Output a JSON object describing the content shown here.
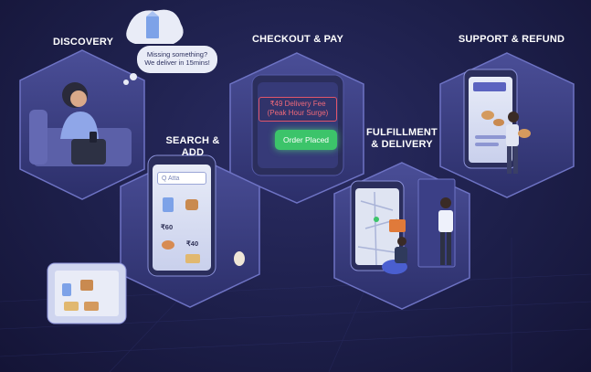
{
  "stages": {
    "discovery": "DISCOVERY",
    "checkout": "CHECKOUT & PAY",
    "support": "SUPPORT & REFUND",
    "search": "SEARCH & ADD",
    "fulfillment_line1": "FULFILLMENT",
    "fulfillment_line2": "& DELIVERY"
  },
  "thought_bubble": {
    "line1": "Missing something?",
    "line2": "We deliver in 15mins!"
  },
  "checkout": {
    "fee_line1": "₹49 Delivery Fee",
    "fee_line2": "(Peak Hour Surge)",
    "order_button": "Order Placed"
  },
  "search_screen": {
    "search_placeholder": "Q Atta",
    "price_1": "₹60",
    "price_2": "₹40"
  },
  "colors": {
    "background": "#1d1f4a",
    "panel": "#3a3d7e",
    "accent_green": "#3cc46a",
    "alert_red": "#e0566a"
  }
}
